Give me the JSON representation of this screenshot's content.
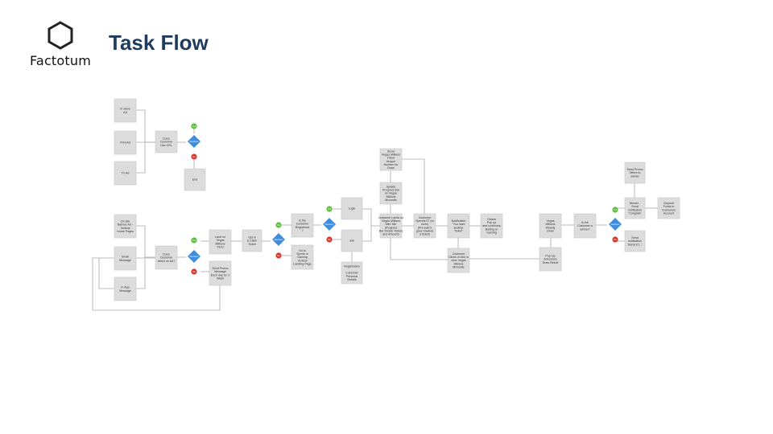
{
  "brand": {
    "logo_text": "Factotum"
  },
  "page_title": "Task Flow",
  "colors": {
    "title": "#1f3b5e",
    "box": "#dcdcdc",
    "decision": "#3d8ee0",
    "yes": "#5fbf3f",
    "no": "#d9382c",
    "connector": "#a8a8a8"
  },
  "nodes": [
    {
      "id": "n1",
      "text": [
        "In Store",
        "Ad"
      ]
    },
    {
      "id": "n2",
      "text": [
        "Print Ad"
      ]
    },
    {
      "id": "n3",
      "text": [
        "TV Ad"
      ]
    },
    {
      "id": "n4",
      "text": [
        "Does",
        "Customer",
        "Use URL"
      ]
    },
    {
      "id": "n5",
      "text": [
        "End"
      ]
    },
    {
      "id": "n6",
      "text": [
        "On site",
        "Banner Ad -",
        "Vertical",
        "Home Pages"
      ]
    },
    {
      "id": "n7",
      "text": [
        "Email",
        "Message"
      ]
    },
    {
      "id": "n8",
      "text": [
        "In App",
        "Message"
      ]
    },
    {
      "id": "n9",
      "text": [
        "Does",
        "Customer",
        "select on Ad?"
      ]
    },
    {
      "id": "n10",
      "text": [
        "Land on",
        "Vegas",
        "Millions",
        "T&Cs"
      ]
    },
    {
      "id": "n11",
      "text": [
        "Send Promo",
        "Message",
        "Each day for 1",
        "Week"
      ]
    },
    {
      "id": "n12",
      "text": [
        "Opt in",
        "& Claim",
        "Ticket"
      ]
    },
    {
      "id": "n13",
      "text": [
        "Is the",
        "Customer",
        "Registered",
        "?"
      ]
    },
    {
      "id": "n14",
      "text": [
        "Go to",
        "Sports or",
        "Gaming",
        "Vertical",
        "Landing Page"
      ]
    },
    {
      "id": "n15",
      "text": [
        "Login"
      ]
    },
    {
      "id": "n16",
      "text": [
        "Join"
      ]
    },
    {
      "id": "n17",
      "text": [
        "Registration",
        "",
        "Customer",
        "Personal",
        "Details"
      ]
    },
    {
      "id": "n18",
      "text": [
        "Show",
        "Vegas Millions",
        "Ticket",
        "Unique",
        "Number for",
        "Draw"
      ]
    },
    {
      "id": "n19",
      "text": [
        "Update",
        "Progress Bar",
        "on Vegas",
        "Millions",
        "Microsite"
      ]
    },
    {
      "id": "n20",
      "text": [
        "Customer Lands on",
        "Vegas Millions",
        "Mini Site",
        "(Progress",
        "Bar Shows Tickets",
        "and Amount)"
      ]
    },
    {
      "id": "n21",
      "text": [
        "Customer",
        "Spends £7 (or",
        "more)",
        "(Pre-said it",
        "goes towards",
        "a ticket)"
      ]
    },
    {
      "id": "n22",
      "text": [
        "Notification",
        "\"You have",
        "another",
        "Ticket\""
      ]
    },
    {
      "id": "n23",
      "text": [
        "Closes",
        "Pop up",
        "and continues",
        "Betting or",
        "Gaming"
      ]
    },
    {
      "id": "n24",
      "text": [
        "Customer",
        "Clicks on link to",
        "view Vegas",
        "Millions",
        "Microsite"
      ]
    },
    {
      "id": "n25",
      "text": [
        "Vegas",
        "Millions",
        "Weekly",
        "Draw"
      ]
    },
    {
      "id": "n26",
      "text": [
        "Pop-Up",
        "Announce",
        "Draw Result"
      ]
    },
    {
      "id": "n27",
      "text": [
        "Is the",
        "Customer a",
        "winner?"
      ]
    },
    {
      "id": "n28",
      "text": [
        "Send Promo",
        "Offers to",
        "winner"
      ]
    },
    {
      "id": "n29",
      "text": [
        "Winner -",
        "Send",
        "notification",
        "'Congrats'"
      ]
    },
    {
      "id": "n30",
      "text": [
        "Deposit",
        "Funds in",
        "Customers",
        "Account"
      ]
    },
    {
      "id": "n31",
      "text": [
        "Send",
        "notification",
        "'Sorry/ £7...'"
      ]
    }
  ],
  "decision_label": "Decision",
  "yes_label": "Yes",
  "no_label": "No"
}
